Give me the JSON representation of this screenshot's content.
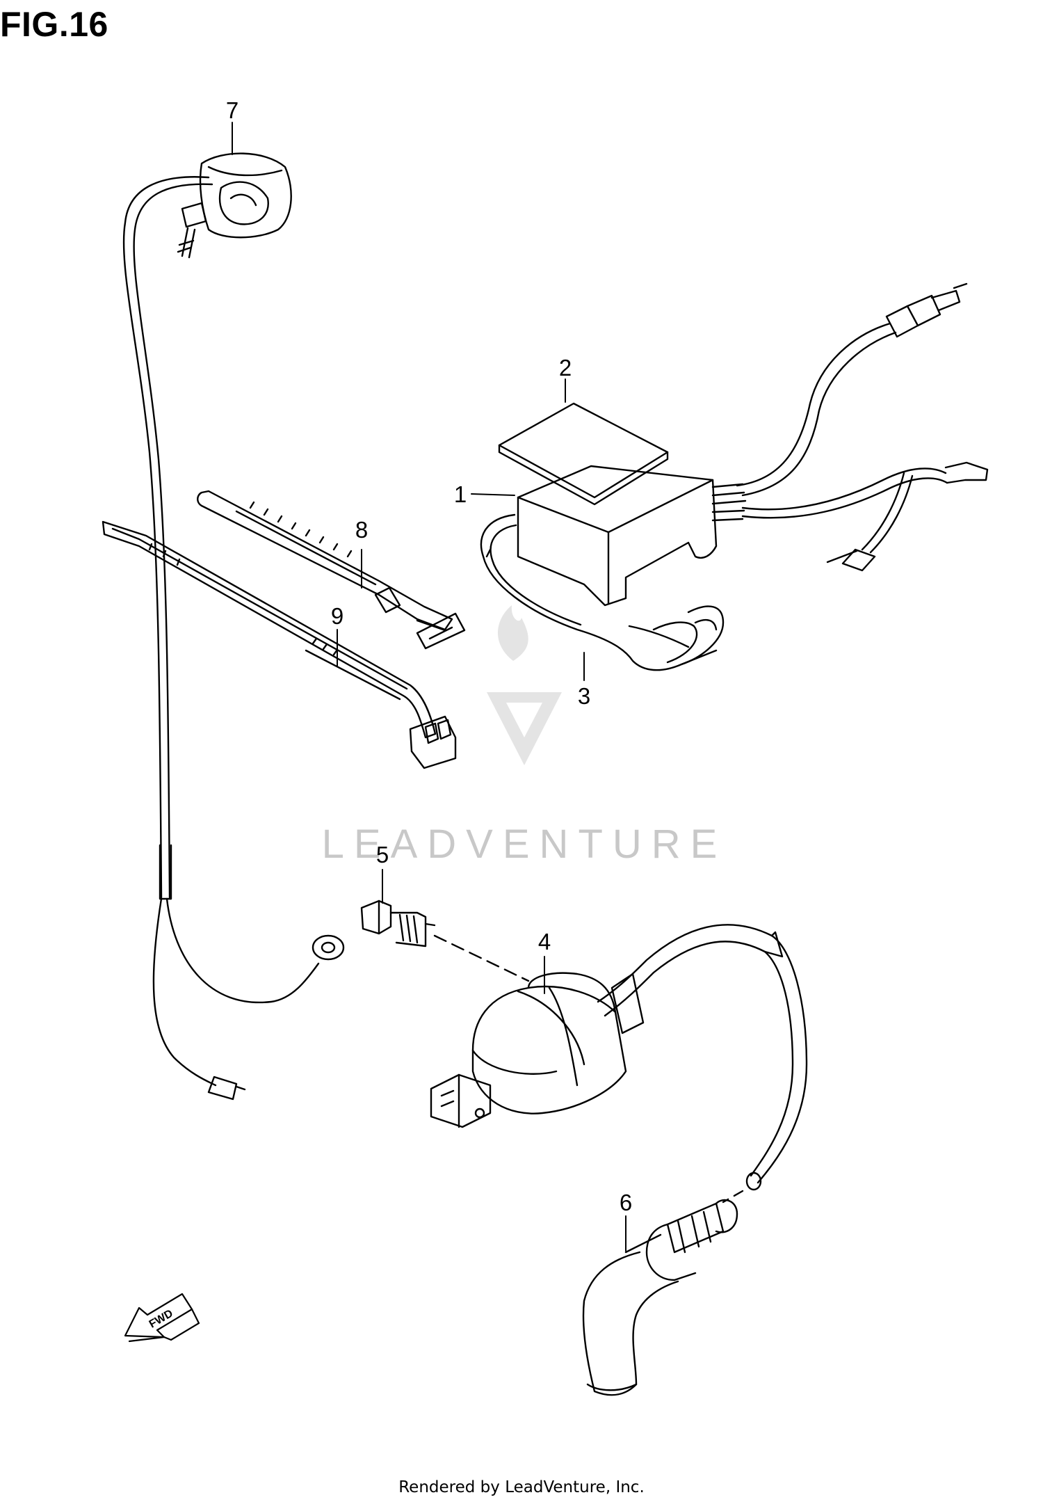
{
  "figure": {
    "title": "FIG.16"
  },
  "callouts": {
    "c1": "1",
    "c2": "2",
    "c3": "3",
    "c4": "4",
    "c5": "5",
    "c6": "6",
    "c7": "7",
    "c8": "8",
    "c9": "9"
  },
  "direction_arrow": {
    "label": "FWD"
  },
  "watermark": {
    "brand": "LEADVENTURE"
  },
  "footer": {
    "credit": "Rendered by LeadVenture, Inc."
  }
}
